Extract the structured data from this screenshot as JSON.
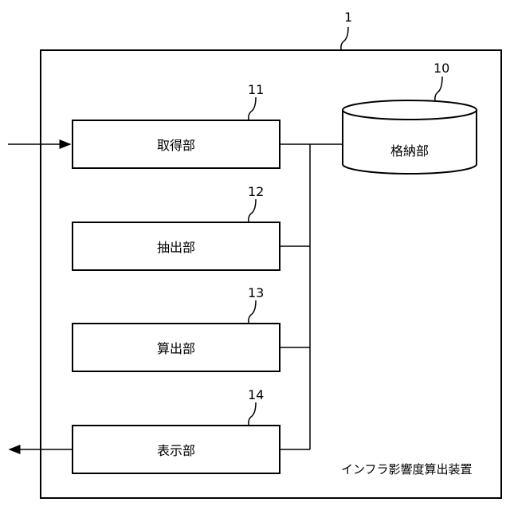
{
  "device": {
    "ref": "1",
    "name": "インフラ影響度算出装置"
  },
  "storage": {
    "ref": "10",
    "label": "格納部"
  },
  "units": [
    {
      "ref": "11",
      "label": "取得部"
    },
    {
      "ref": "12",
      "label": "抽出部"
    },
    {
      "ref": "13",
      "label": "算出部"
    },
    {
      "ref": "14",
      "label": "表示部"
    }
  ]
}
